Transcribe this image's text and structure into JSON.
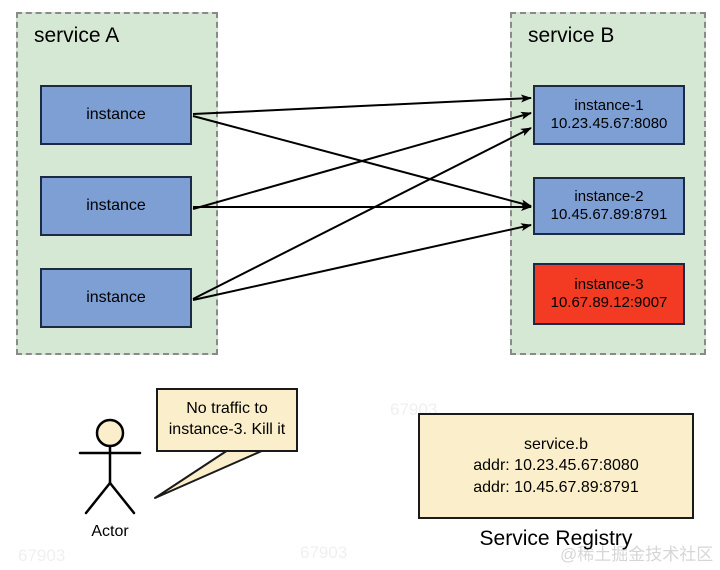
{
  "diagram": {
    "panels": [
      {
        "title": "service A"
      },
      {
        "title": "service B"
      }
    ],
    "service_a_nodes": [
      {
        "label": "instance"
      },
      {
        "label": "instance"
      },
      {
        "label": "instance"
      }
    ],
    "service_b_nodes": [
      {
        "name": "instance-1",
        "addr": "10.23.45.67:8080",
        "state": "healthy",
        "color": "#7d9fd4"
      },
      {
        "name": "instance-2",
        "addr": "10.45.67.89:8791",
        "state": "healthy",
        "color": "#7d9fd4"
      },
      {
        "name": "instance-3",
        "addr": "10.67.89.12:9007",
        "state": "dead",
        "color": "#f23b22"
      }
    ],
    "callout": {
      "line1": "No traffic to",
      "line2": "instance-3. Kill it"
    },
    "actor": {
      "label": "Actor"
    },
    "registry": {
      "service": "service.b",
      "addr1": "addr: 10.23.45.67:8080",
      "addr2": "addr: 10.45.67.89:8791",
      "caption": "Service Registry"
    },
    "watermarks": [
      "67903",
      "67903",
      "67903",
      "@稀土掘金技术社区"
    ],
    "colors": {
      "panel_fill": "#d5e8d4",
      "panel_border": "#8a8a8a",
      "node_blue": "#7d9fd4",
      "node_red": "#f23b22",
      "node_border": "#1d2a44",
      "callout_fill": "#fbefcb",
      "stroke": "#000000"
    }
  }
}
